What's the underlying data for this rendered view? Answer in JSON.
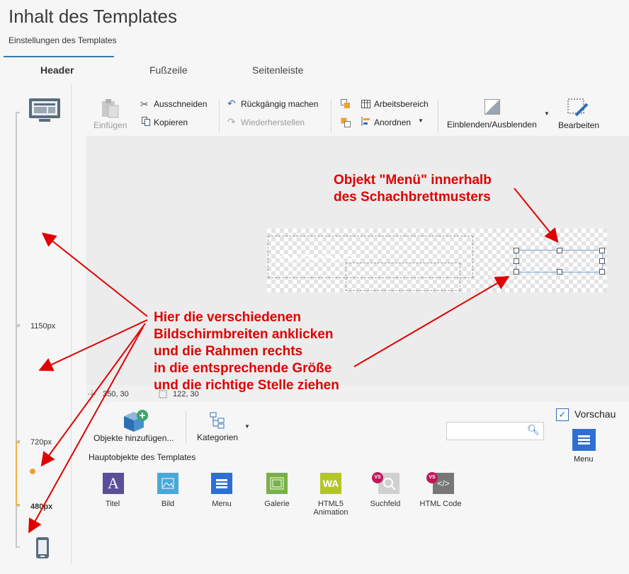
{
  "header": {
    "title": "Inhalt des Templates",
    "subtitle": "Einstellungen des Templates"
  },
  "tabs": [
    {
      "label": "Header",
      "active": true
    },
    {
      "label": "Fußzeile",
      "active": false
    },
    {
      "label": "Seitenleiste",
      "active": false
    }
  ],
  "breakpoints": {
    "b1": "1150px",
    "b2": "720px",
    "b3": "480px"
  },
  "toolbar": {
    "paste": "Einfügen",
    "cut": "Ausschneiden",
    "copy": "Kopieren",
    "undo": "Rückgängig machen",
    "redo": "Wiederherstellen",
    "workspace": "Arbeitsbereich",
    "arrange": "Anordnen",
    "showhide": "Einblenden/Ausblenden",
    "edit": "Bearbeiten"
  },
  "status": {
    "pos": "350, 30",
    "size": "122, 30"
  },
  "panel": {
    "add_objects": "Objekte hinzufügen...",
    "categories": "Kategorien",
    "section_title": "Hauptobjekte des Templates",
    "preview_label": "Vorschau",
    "preview_checked": true,
    "preview_item": "Menu",
    "search_placeholder": ""
  },
  "objects": [
    {
      "label": "Titel",
      "color": "#5a4f9a"
    },
    {
      "label": "Bild",
      "color": "#4aa8d8"
    },
    {
      "label": "Menu",
      "color": "#2e6fd0"
    },
    {
      "label": "Galerie",
      "color": "#7ab04a"
    },
    {
      "label": "HTML5 Animation",
      "color": "#b4c52a"
    },
    {
      "label": "Suchfeld",
      "color": "#d0d0d0"
    },
    {
      "label": "HTML Code",
      "color": "#777777"
    }
  ],
  "annotations": {
    "top_line1": "Objekt \"Menü\" innerhalb",
    "top_line2": "des Schachbrettmusters",
    "mid_line1": "Hier die verschiedenen",
    "mid_line2": "Bildschirmbreiten anklicken",
    "mid_line3": "und die Rahmen rechts",
    "mid_line4": "in die entsprechende Größe",
    "mid_line5": "und die richtige Stelle ziehen"
  }
}
